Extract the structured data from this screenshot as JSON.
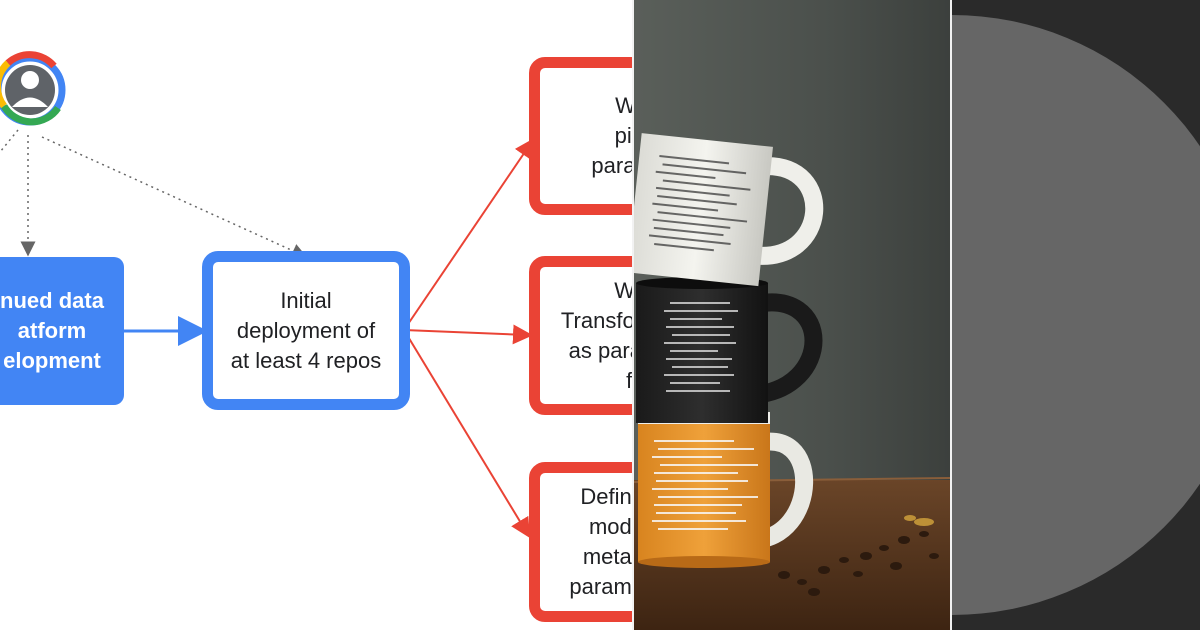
{
  "diagram": {
    "colors": {
      "blue": "#4285f4",
      "red": "#ea4335",
      "dotted": "#666666",
      "text": "#202124"
    },
    "actor": {
      "icon": "user-avatar-icon"
    },
    "nodes": {
      "continued": {
        "label": "nued data\natform\nelopment"
      },
      "initial": {
        "label": "Initial\ndeployment of\nat least 4 repos"
      },
      "write_pipeline": {
        "label": "Write\npipeli\nparame"
      },
      "write_transform": {
        "label": "Wr\nTransfor\nas para\nfil"
      },
      "define_model": {
        "label": "Define\nmode\nmetad\nparame"
      }
    }
  },
  "photo": {
    "subject": "Three stacked coffee mugs printed with code on a wooden table",
    "colors": {
      "wall": "#4d524d",
      "table": "#5a3a22",
      "mug_orange": "#e8952e"
    }
  },
  "circle_panel": {
    "colors": {
      "background": "#2a2a2a",
      "circle": "#666666"
    }
  }
}
